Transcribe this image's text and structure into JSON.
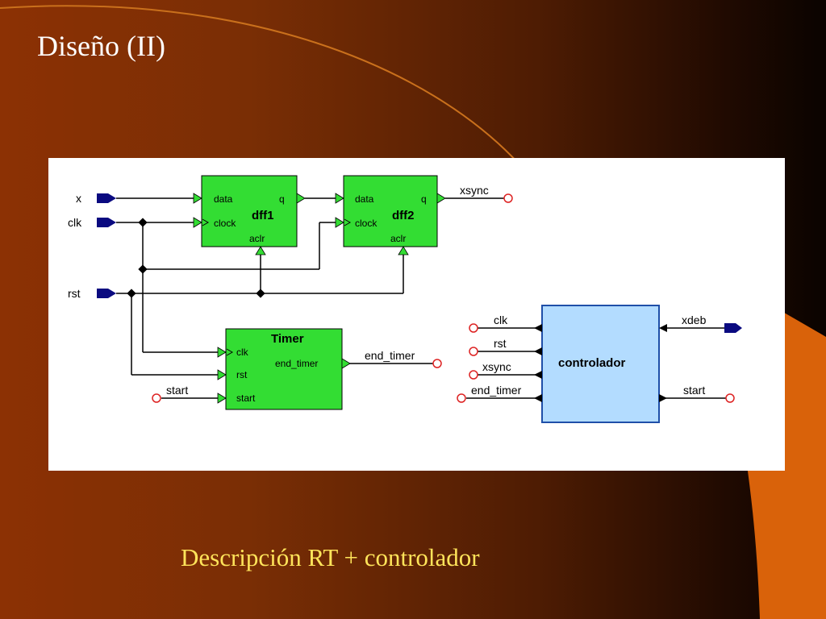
{
  "slide": {
    "title": "Diseño (II)",
    "caption": "Descripción RT + controlador",
    "colors": {
      "caption": "#ffe45a",
      "accent_orange": "#d9620a",
      "block_green": "#33dd33",
      "block_blue": "#b3dcff",
      "pin_navy": "#0a0a80"
    }
  },
  "diagram": {
    "inputs": {
      "x": "x",
      "clk": "clk",
      "rst": "rst",
      "start": "start"
    },
    "outputs": {
      "xsync": "xsync",
      "end_timer": "end_timer"
    },
    "dff1": {
      "name": "dff1",
      "data": "data",
      "clock": "clock",
      "q": "q",
      "aclr": "aclr"
    },
    "dff2": {
      "name": "dff2",
      "data": "data",
      "clock": "clock",
      "q": "q",
      "aclr": "aclr"
    },
    "timer": {
      "name": "Timer",
      "clk": "clk",
      "rst": "rst",
      "start": "start",
      "end_timer": "end_timer"
    },
    "controlador": {
      "name": "controlador",
      "inputs": [
        "clk",
        "rst",
        "xsync",
        "end_timer"
      ],
      "outputs": [
        "xdeb",
        "start"
      ]
    }
  }
}
